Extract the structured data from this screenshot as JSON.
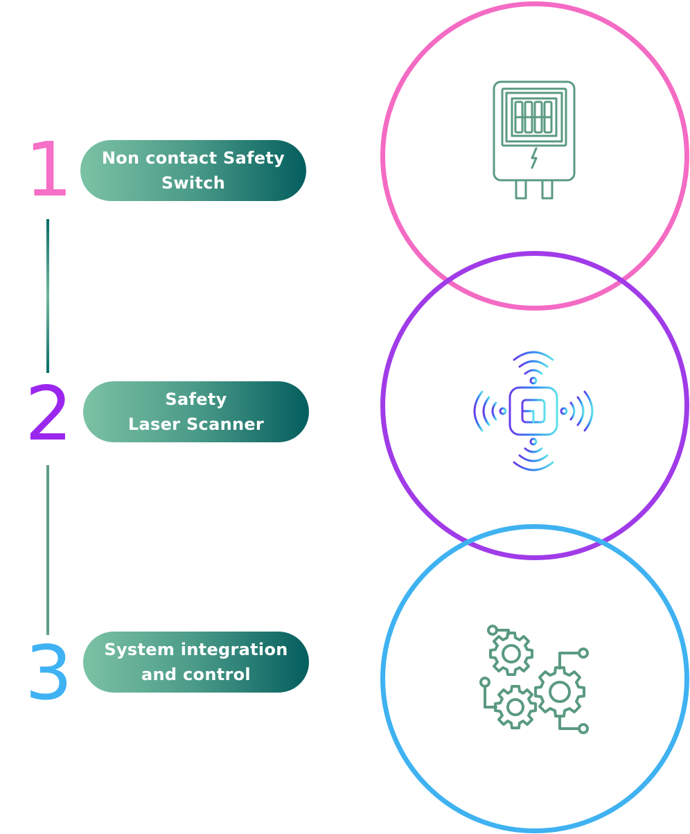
{
  "steps": [
    {
      "number": "1",
      "label": "Non contact Safety\nSwitch",
      "color": "#f66fc6"
    },
    {
      "number": "2",
      "label": "Safety\nLaser Scanner",
      "color": "#9b27ee"
    },
    {
      "number": "3",
      "label": "System integration\nand control",
      "color": "#3eb2f3"
    }
  ],
  "circles": [
    {
      "color": "#f46bc4",
      "icon": "safety-switch-icon"
    },
    {
      "color": "#a03be8",
      "icon": "laser-scanner-icon"
    },
    {
      "color": "#3fb2f1",
      "icon": "gears-integration-icon"
    }
  ],
  "colors": {
    "pill_gradient": [
      "#7cc2a4",
      "#045e5e"
    ],
    "icon_stroke": "#5a9a80",
    "connector": "#3f8a7a"
  }
}
